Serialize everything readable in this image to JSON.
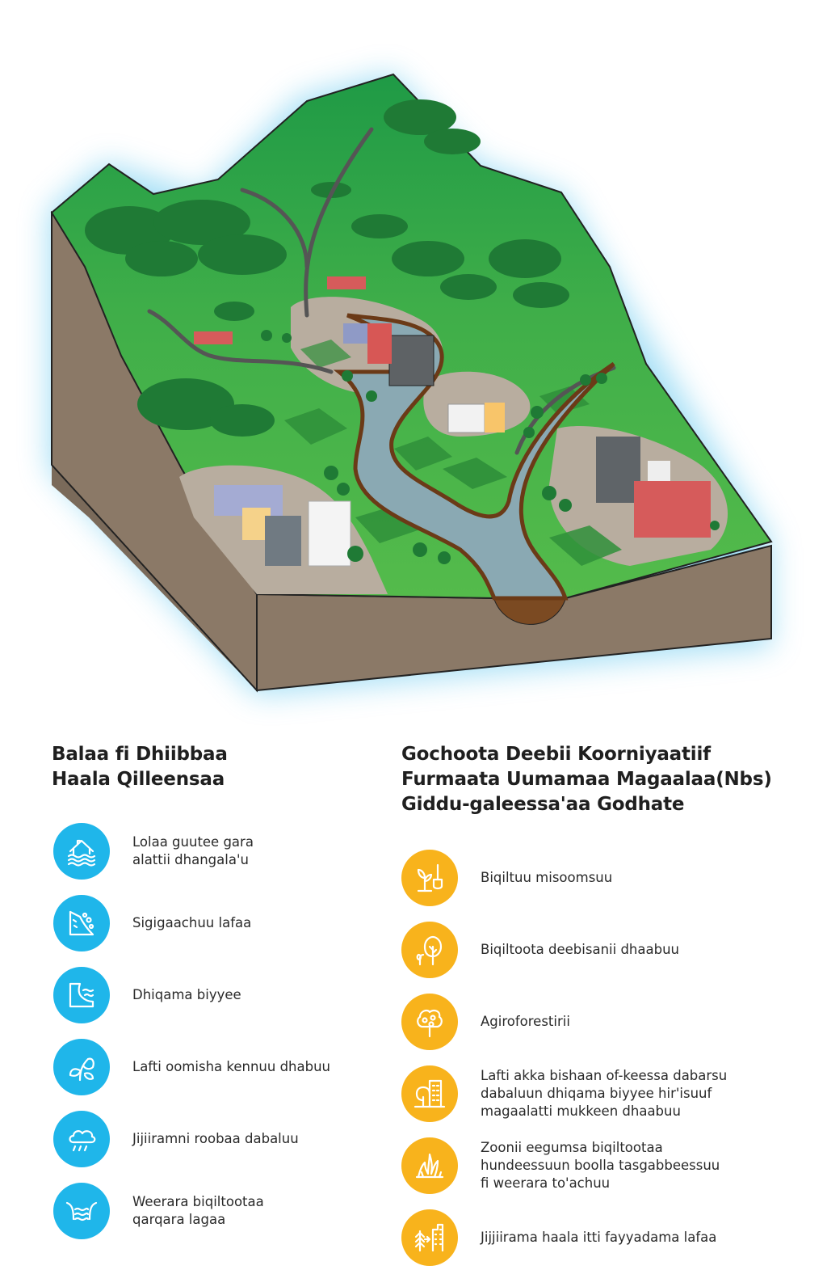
{
  "risks": {
    "title_line1": "Balaa fi Dhiibbaa",
    "title_line2": "Haala Qilleensaa",
    "items": [
      {
        "icon": "flood-house-icon",
        "label": "Lolaa guutee gara\nalattii dhangala'u"
      },
      {
        "icon": "landslide-icon",
        "label": "Sigigaachuu lafaa"
      },
      {
        "icon": "soil-erosion-icon",
        "label": "Dhiqama biyyee"
      },
      {
        "icon": "wilting-plant-icon",
        "label": "Lafti oomisha kennuu dhabuu"
      },
      {
        "icon": "rain-cloud-icon",
        "label": "Jijiiramni roobaa dabaluu"
      },
      {
        "icon": "river-bank-icon",
        "label": "Weerara biqiltootaa\nqarqara lagaa"
      }
    ]
  },
  "solutions": {
    "title_line1": "Gochoota Deebii Koorniyaatiif",
    "title_line2": "Furmaata Uumamaa Magaalaa(Nbs)",
    "title_line3": "Giddu-galeessa'aa Godhate",
    "items": [
      {
        "icon": "seedling-shovel-icon",
        "label": "Biqiltuu misoomsuu"
      },
      {
        "icon": "tree-restoration-icon",
        "label": "Biqiltoota deebisanii dhaabuu"
      },
      {
        "icon": "agroforestry-tree-icon",
        "label": "Agiroforestirii"
      },
      {
        "icon": "urban-tree-building-icon",
        "label": "Lafti akka bishaan of-keessa dabarsu\ndabaluun dhiqama biyyee hir'isuuf\nmagaalatti mukkeen dhaabuu"
      },
      {
        "icon": "riparian-vegetation-icon",
        "label": "Zoonii eegumsa biqiltootaa\nhundeessuun boolla tasgabbeessuu\nfi weerara to'achuu"
      },
      {
        "icon": "land-use-city-icon",
        "label": "Jijjiirama haala itti fayyadama lafaa"
      }
    ]
  },
  "colors": {
    "risk_accent": "#1fb6ea",
    "solution_accent": "#f8b31c",
    "grass": "#4db848",
    "soil": "#8b7967",
    "river": "#8aa9b3"
  }
}
